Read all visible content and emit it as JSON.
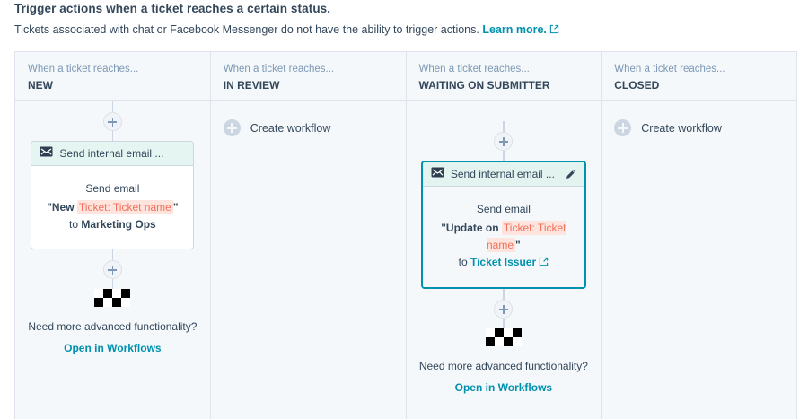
{
  "header": {
    "title": "Trigger actions when a ticket reaches a certain status.",
    "subtitle": "Tickets associated with chat or Facebook Messenger do not have the ability to trigger actions.",
    "link_label": "Learn more.",
    "link_icon": "external-link-icon"
  },
  "labels": {
    "when_prefix": "When a ticket reaches...",
    "create_workflow": "Create workflow",
    "footer_question": "Need more advanced functionality?",
    "footer_link": "Open in Workflows",
    "card_header": "Send internal email ...",
    "plus_icon": "plus-icon",
    "envelope_icon": "envelope-icon",
    "pencil_icon": "pencil-icon",
    "flag_icon": "checkered-flag-icon"
  },
  "colors": {
    "accent": "#0091ae",
    "text": "#33475b",
    "muted": "#7c98b6",
    "board_bg": "#f5f8fa",
    "border": "#dfe3eb",
    "card_header_bg": "#e5f5f1",
    "token_bg": "#ffe4dd",
    "token_fg": "#f2705a",
    "active_border": "#0091ae"
  },
  "columns": [
    {
      "status": "NEW",
      "has_workflow": true,
      "active": false,
      "create_workflow": null,
      "card": {
        "header": "Send internal email ...",
        "has_edit": false,
        "line1": "Send email",
        "line2_prefix": "\"New ",
        "line2_token": "Ticket: Ticket name",
        "line2_suffix": "\"",
        "line3_prefix": "to ",
        "line3_value": "Marketing Ops",
        "line3_is_link": false,
        "line3_has_ext": false
      }
    },
    {
      "status": "IN REVIEW",
      "has_workflow": false,
      "active": false,
      "create_workflow": "Create workflow",
      "card": null
    },
    {
      "status": "WAITING ON SUBMITTER",
      "has_workflow": true,
      "active": true,
      "create_workflow": null,
      "card": {
        "header": "Send internal email ...",
        "has_edit": true,
        "line1": "Send email",
        "line2_prefix": "\"Update on ",
        "line2_token": "Ticket: Ticket name",
        "line2_suffix": "\"",
        "line3_prefix": "to ",
        "line3_value": "Ticket Issuer",
        "line3_is_link": true,
        "line3_has_ext": true
      }
    },
    {
      "status": "CLOSED",
      "has_workflow": false,
      "active": false,
      "create_workflow": "Create workflow",
      "card": null
    }
  ]
}
